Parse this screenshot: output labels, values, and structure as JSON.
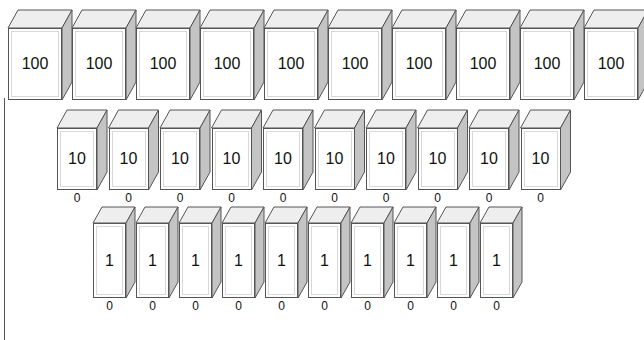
{
  "diagram": {
    "nodes": [
      {
        "text": [
          "100"
        ]
      },
      {
        "text": [
          "100"
        ]
      },
      {
        "text": [
          "100"
        ]
      },
      {
        "text": [
          "100"
        ]
      },
      {
        "text": [
          "100"
        ]
      },
      {
        "text": [
          "100"
        ]
      },
      {
        "text": [
          "100"
        ]
      },
      {
        "text": [
          "100"
        ]
      },
      {
        "text": [
          "100"
        ]
      },
      {
        "text": [
          "100"
        ]
      },
      {
        "text": [
          "10"
        ]
      },
      {
        "text": [
          "10"
        ]
      },
      {
        "text": [
          "10"
        ]
      },
      {
        "text": [
          "10"
        ]
      },
      {
        "text": [
          "10"
        ]
      },
      {
        "text": [
          "10"
        ]
      },
      {
        "text": [
          "10"
        ]
      },
      {
        "text": [
          "10"
        ]
      },
      {
        "text": [
          "10"
        ]
      },
      {
        "text": [
          "10"
        ]
      },
      {
        "text": [
          "1"
        ]
      },
      {
        "text": [
          "1"
        ]
      },
      {
        "text": [
          "1"
        ]
      },
      {
        "text": [
          "1"
        ]
      },
      {
        "text": [
          "1"
        ]
      },
      {
        "text": [
          "1"
        ]
      },
      {
        "text": [
          "1"
        ]
      },
      {
        "text": [
          "1"
        ]
      },
      {
        "text": [
          "1"
        ]
      },
      {
        "text": [
          "1"
        ]
      }
    ],
    "labels": [
      "0",
      "0",
      "0",
      "0",
      "0",
      "0",
      "0",
      "0",
      "0",
      "0",
      "0",
      "0",
      "0",
      "0",
      "0",
      "0",
      "0",
      "0",
      "0",
      "0"
    ]
  }
}
